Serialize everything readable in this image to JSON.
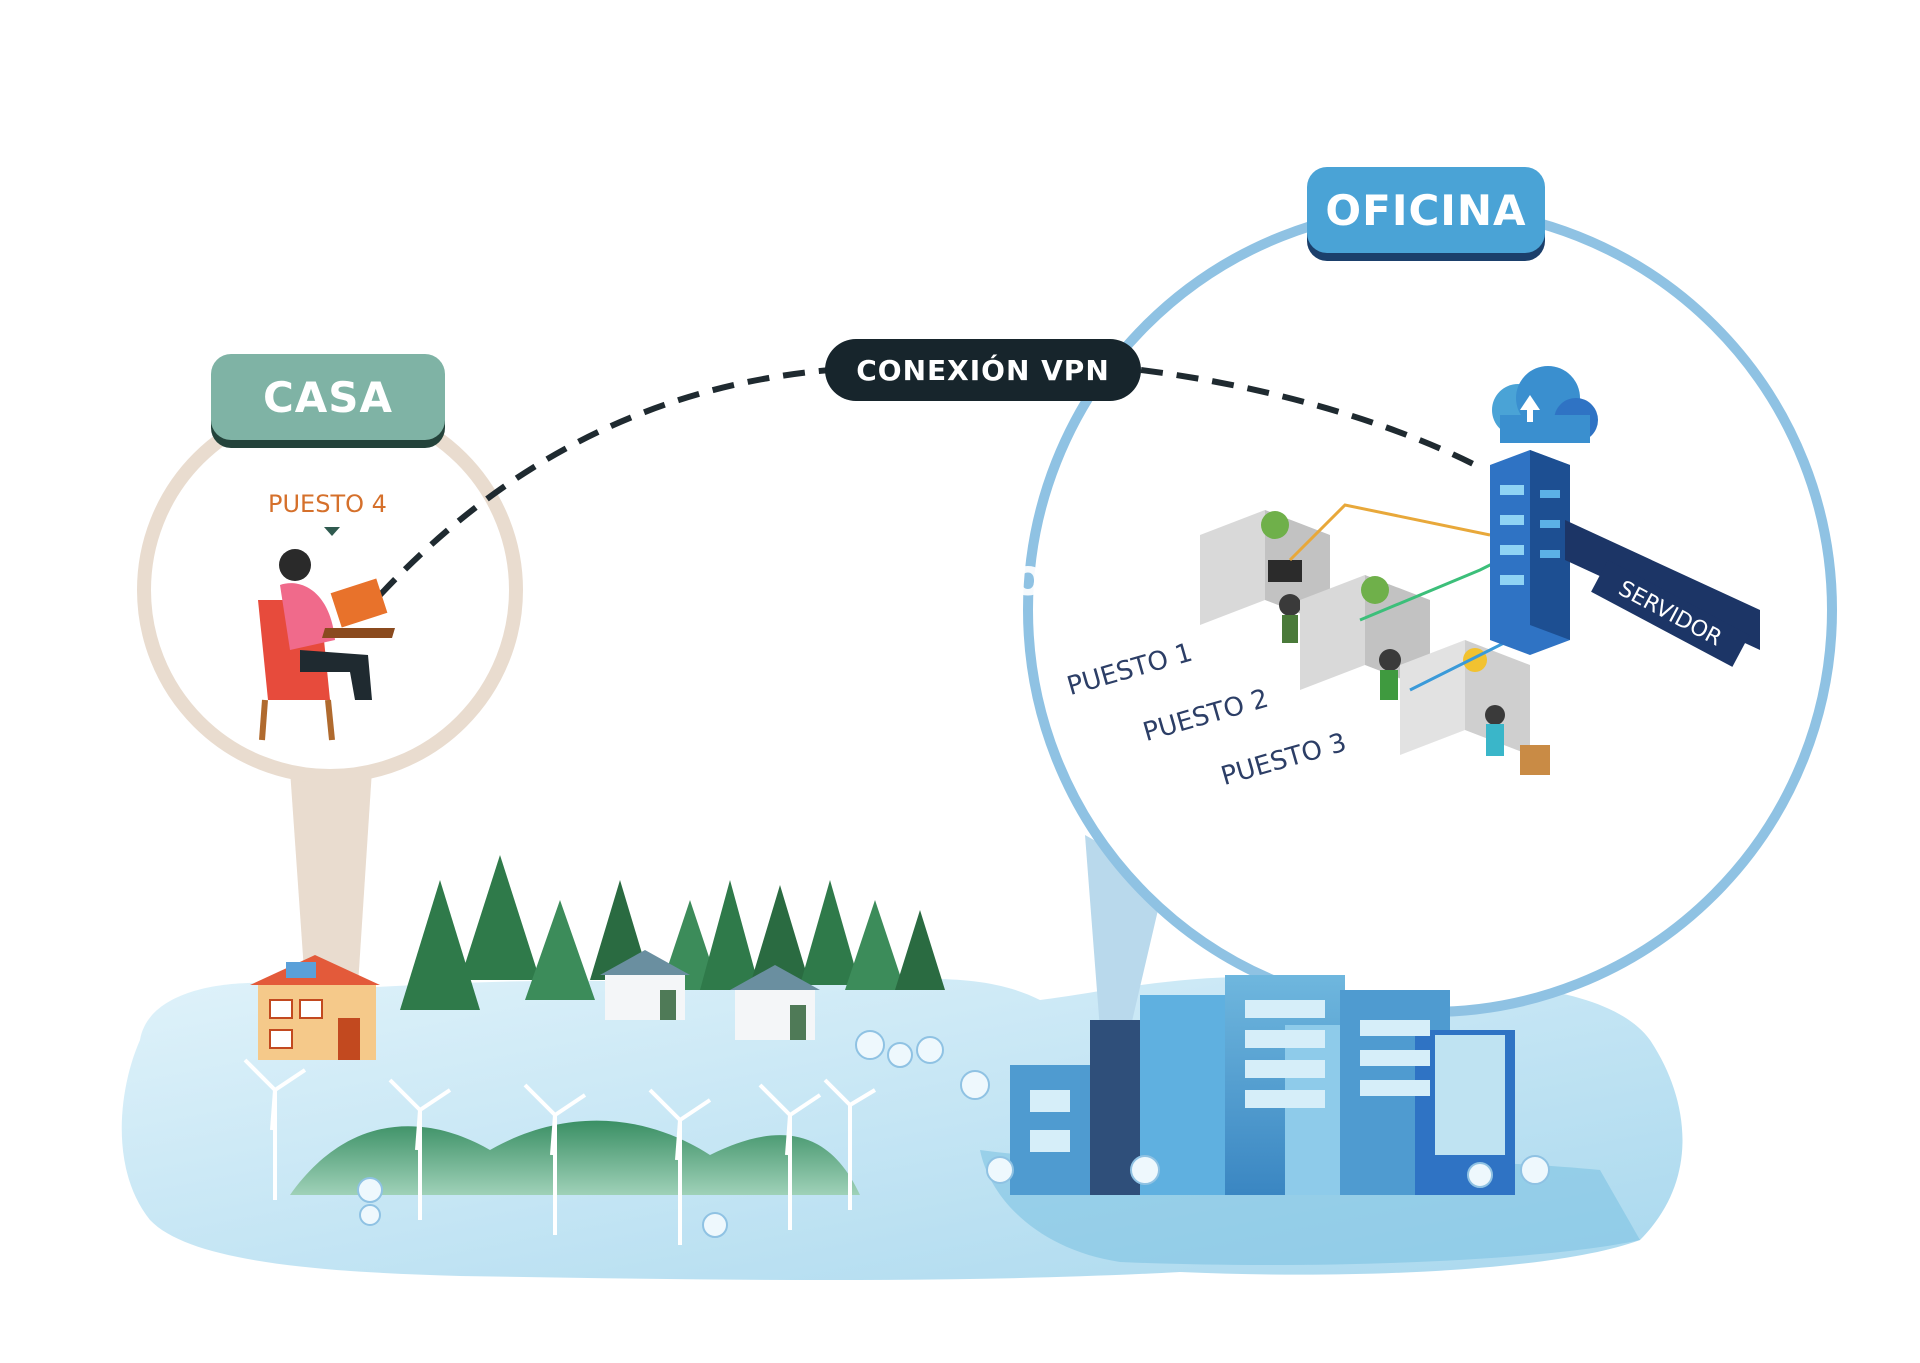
{
  "labels": {
    "casa": "CASA",
    "oficina": "OFICINA",
    "vpn": "CONEXIÓN VPN",
    "puesto_4": "PUESTO 4",
    "puesto_1": "PUESTO 1",
    "puesto_2": "PUESTO 2",
    "puesto_3": "PUESTO 3",
    "servidor": "SERVIDOR",
    "watermark": "opie"
  },
  "colors": {
    "casa_accent": "#7fb3a5",
    "oficina_accent": "#4aa3d6",
    "vpn_pill": "#17252c",
    "server_blue": "#2f73c4",
    "ground_blue": "#bfe3f2",
    "tree_green": "#2f7a4a"
  },
  "icons": [
    "worker-at-home-icon",
    "laptop-icon",
    "cloud-upload-icon",
    "server-rack-icon",
    "office-desk-icon",
    "house-icon",
    "wind-turbine-icon",
    "tree-icon",
    "office-building-icon"
  ]
}
